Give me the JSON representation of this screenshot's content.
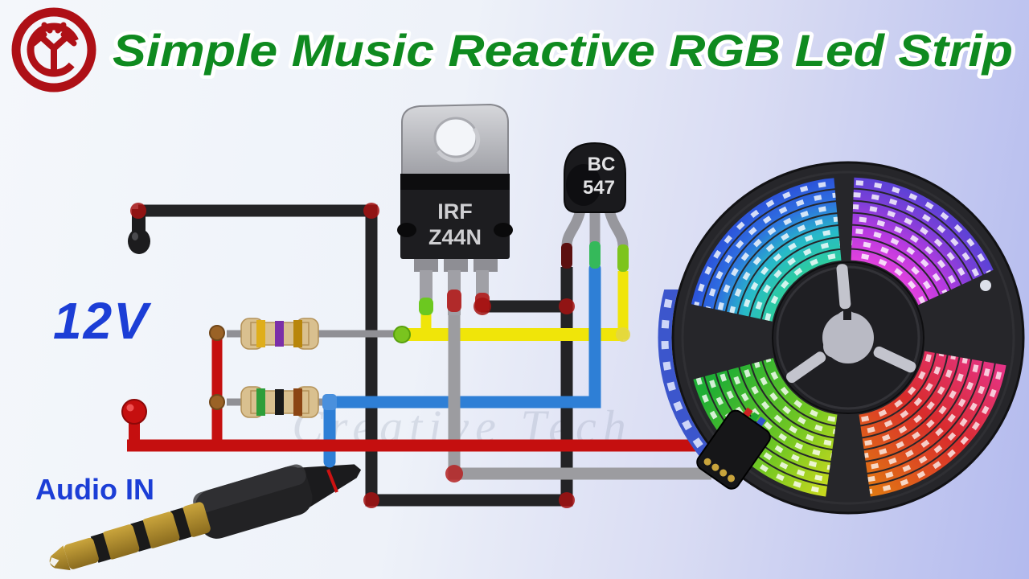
{
  "header": {
    "title": "Simple Music Reactive RGB Led Strip",
    "title_color": "#0f8a1f"
  },
  "logo": {
    "color": "#ae1016"
  },
  "labels": {
    "supply": "12V",
    "audio_in": "Audio IN",
    "color": "#1c3ed6"
  },
  "watermark": {
    "text": "Creative Tech"
  },
  "components": {
    "mosfet": {
      "line1": "IRF",
      "line2": "Z44N"
    },
    "transistor": {
      "line1": "BC",
      "line2": "547"
    },
    "resistor_top_bands": [
      "#dfae1b",
      "#7b2fa8",
      "#b8860b"
    ],
    "resistor_bottom_bands": [
      "#2e9e3a",
      "#1a1a1a",
      "#8b4513"
    ]
  },
  "wires": {
    "ground": "#232325",
    "positive": "#c50f0f",
    "gate": "#f0e509",
    "base": "#2e7fd6",
    "drain": "#9c9ca0"
  }
}
